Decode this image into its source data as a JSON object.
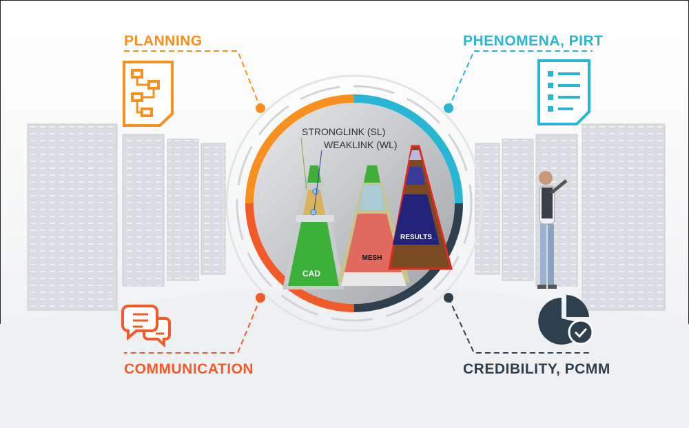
{
  "labels": {
    "planning": "PLANNING",
    "phenomena": "PHENOMENA, PIRT",
    "communication": "COMMUNICATION",
    "credibility": "CREDIBILITY, PCMM"
  },
  "center": {
    "stronglink": "STRONGLINK (SL)",
    "weaklink": "WEAKLINK (WL)",
    "cad": "CAD",
    "mesh": "MESH",
    "results": "RESULTS"
  },
  "colors": {
    "planning": "#f7901e",
    "phenomena": "#29b6d5",
    "communication": "#f15a29",
    "credibility": "#2e3f4e"
  }
}
